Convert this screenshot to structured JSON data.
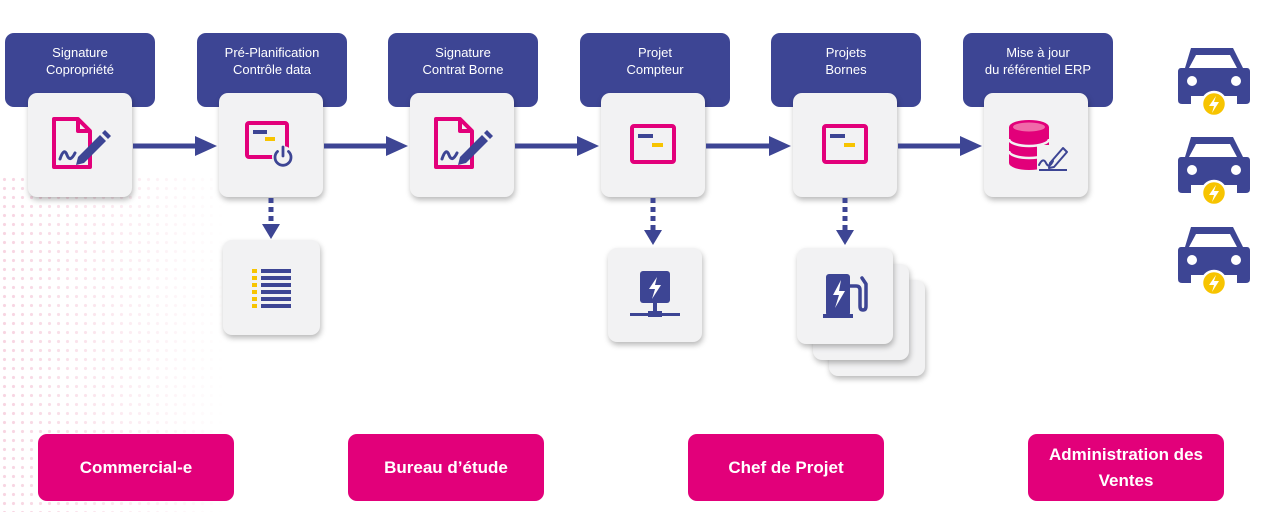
{
  "colors": {
    "navy": "#3d4594",
    "magenta": "#e2007a",
    "yellow": "#f7c400",
    "tile": "#f2f2f3"
  },
  "steps": [
    {
      "line1": "Signature",
      "line2": "Copropriété",
      "icon": "sign-document-icon"
    },
    {
      "line1": "Pré-Planification",
      "line2": "Contrôle data",
      "icon": "window-power-icon"
    },
    {
      "line1": "Signature",
      "line2": "Contrat Borne",
      "icon": "sign-document-icon"
    },
    {
      "line1": "Projet",
      "line2": "Compteur",
      "icon": "window-icon"
    },
    {
      "line1": "Projets",
      "line2": "Bornes",
      "icon": "window-icon"
    },
    {
      "line1": "Mise à jour",
      "line2": "du référentiel ERP",
      "icon": "database-sign-icon"
    }
  ],
  "outputs": [
    {
      "icon": "checklist-icon"
    },
    {
      "icon": "electric-meter-icon"
    },
    {
      "icon": "charging-station-icon"
    }
  ],
  "roles": [
    {
      "label": "Commercial-e"
    },
    {
      "label": "Bureau d’étude"
    },
    {
      "label": "Chef de Projet"
    },
    {
      "label": "Administration des Ventes"
    }
  ],
  "side_icons": [
    "electric-car-icon",
    "electric-car-icon",
    "electric-car-icon"
  ]
}
